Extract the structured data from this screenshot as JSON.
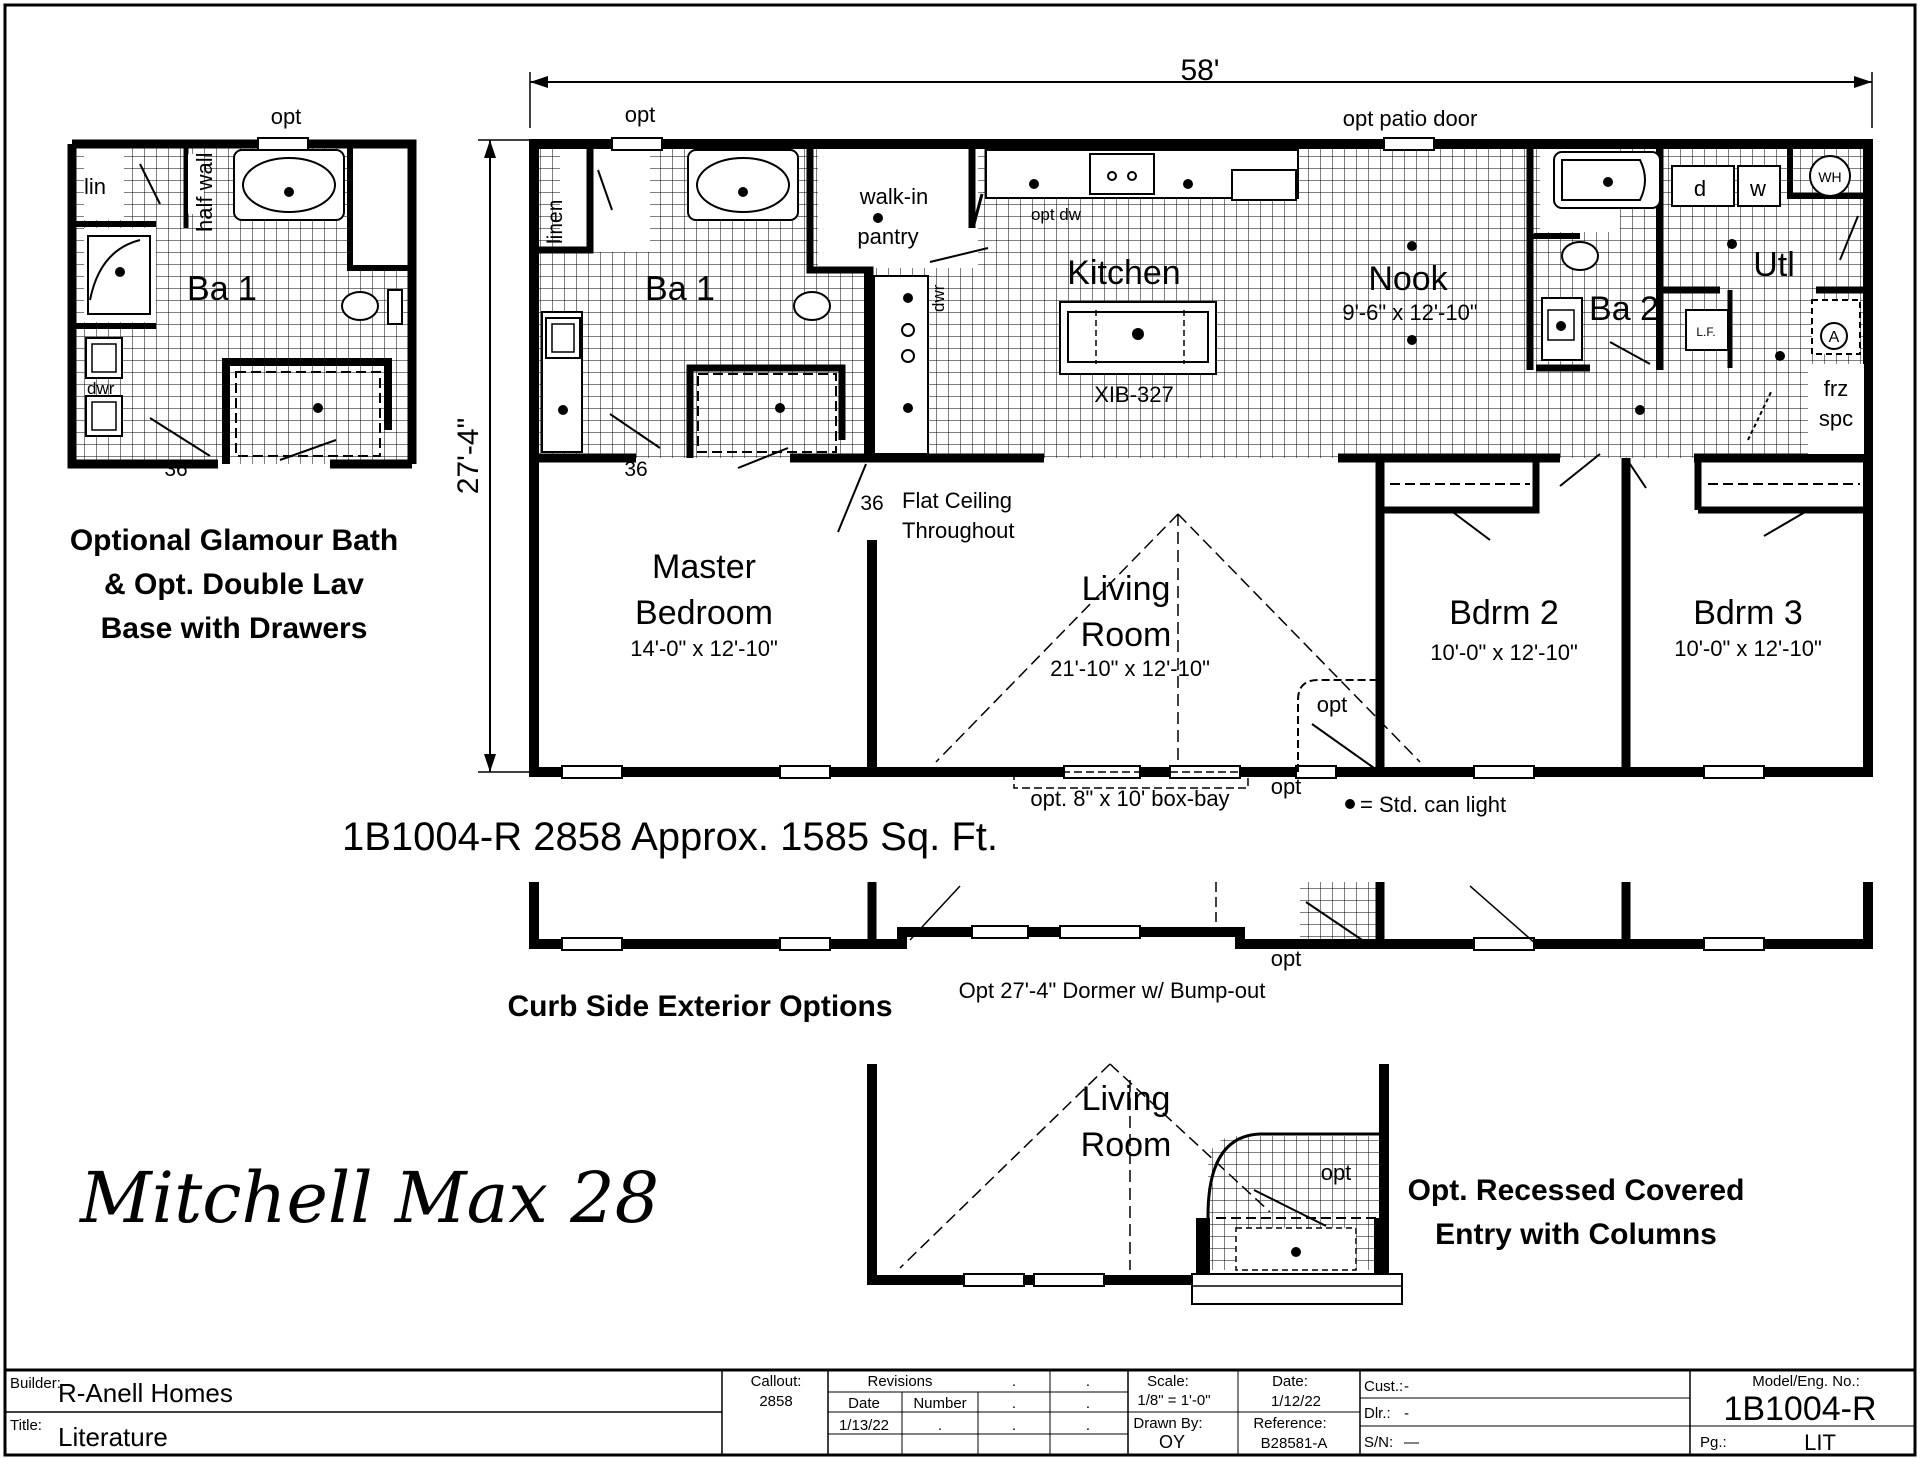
{
  "overall_width": "58'",
  "overall_depth": "27'-4\"",
  "main_labels": {
    "opt_top_left": "opt",
    "opt_patio_door": "opt patio door",
    "linen": "linen",
    "walk_in": "walk-in",
    "pantry": "pantry",
    "opt_dw": "opt dw",
    "dwr": "dwr",
    "door_36_a": "36",
    "door_36_b": "36",
    "flat_ceiling_1": "Flat Ceiling",
    "flat_ceiling_2": "Throughout",
    "island_code": "XIB-327",
    "d": "d",
    "w": "w",
    "wh": "WH",
    "a": "A",
    "frz": "frz",
    "spc": "spc",
    "lf": "L.F.",
    "opt_entry": "opt",
    "opt_bottom": "opt",
    "box_bay": "opt. 8\" x 10' box-bay",
    "can_light": "= Std. can light"
  },
  "rooms": {
    "ba1": "Ba 1",
    "kitchen": "Kitchen",
    "nook": "Nook",
    "nook_dim": "9'-6\" x 12'-10\"",
    "ba2": "Ba 2",
    "utl": "Utl",
    "master_1": "Master",
    "master_2": "Bedroom",
    "master_dim": "14'-0\" x 12'-10\"",
    "living_1": "Living",
    "living_2": "Room",
    "living_dim": "21'-10\" x 12'-10\"",
    "bdrm2": "Bdrm 2",
    "bdrm2_dim": "10'-0\" x 12'-10\"",
    "bdrm3": "Bdrm 3",
    "bdrm3_dim": "10'-0\" x 12'-10\""
  },
  "option_bath": {
    "opt": "opt",
    "lin": "lin",
    "half_wall": "half wall",
    "room": "Ba 1",
    "dwr": "dwr",
    "door": "36",
    "caption_1": "Optional Glamour Bath",
    "caption_2": "& Opt. Double Lav",
    "caption_3": "Base with Drawers"
  },
  "plan_title": "1B1004-R 2858 Approx. 1585 Sq. Ft.",
  "curb_side": {
    "opt": "opt",
    "dormer": "Opt 27'-4\" Dormer w/ Bump-out",
    "caption": "Curb Side Exterior Options"
  },
  "entry_option": {
    "living_1": "Living",
    "living_2": "Room",
    "opt": "opt",
    "caption_1": "Opt. Recessed Covered",
    "caption_2": "Entry with Columns"
  },
  "model_name": "Mitchell Max 28",
  "title_block": {
    "builder_label": "Builder:",
    "builder": "R-Anell Homes",
    "title_label": "Title:",
    "title": "Literature",
    "callout_label": "Callout:",
    "callout": "2858",
    "revisions_label": "Revisions",
    "date_col": "Date",
    "number_col": "Number",
    "rev_date": "1/13/22",
    "rev_number": ".",
    "dots": ".",
    "scale_label": "Scale:",
    "scale": "1/8\" = 1'-0\"",
    "drawn_label": "Drawn By:",
    "drawn": "OY",
    "date_label": "Date:",
    "date": "1/12/22",
    "reference_label": "Reference:",
    "reference": "B28581-A",
    "cust_label": "Cust.:",
    "cust": "-",
    "dlr_label": "Dlr.:",
    "dlr": "-",
    "sn_label": "S/N:",
    "sn": "—",
    "model_label": "Model/Eng. No.:",
    "model": "1B1004-R",
    "pg_label": "Pg.:",
    "pg": "LIT"
  }
}
